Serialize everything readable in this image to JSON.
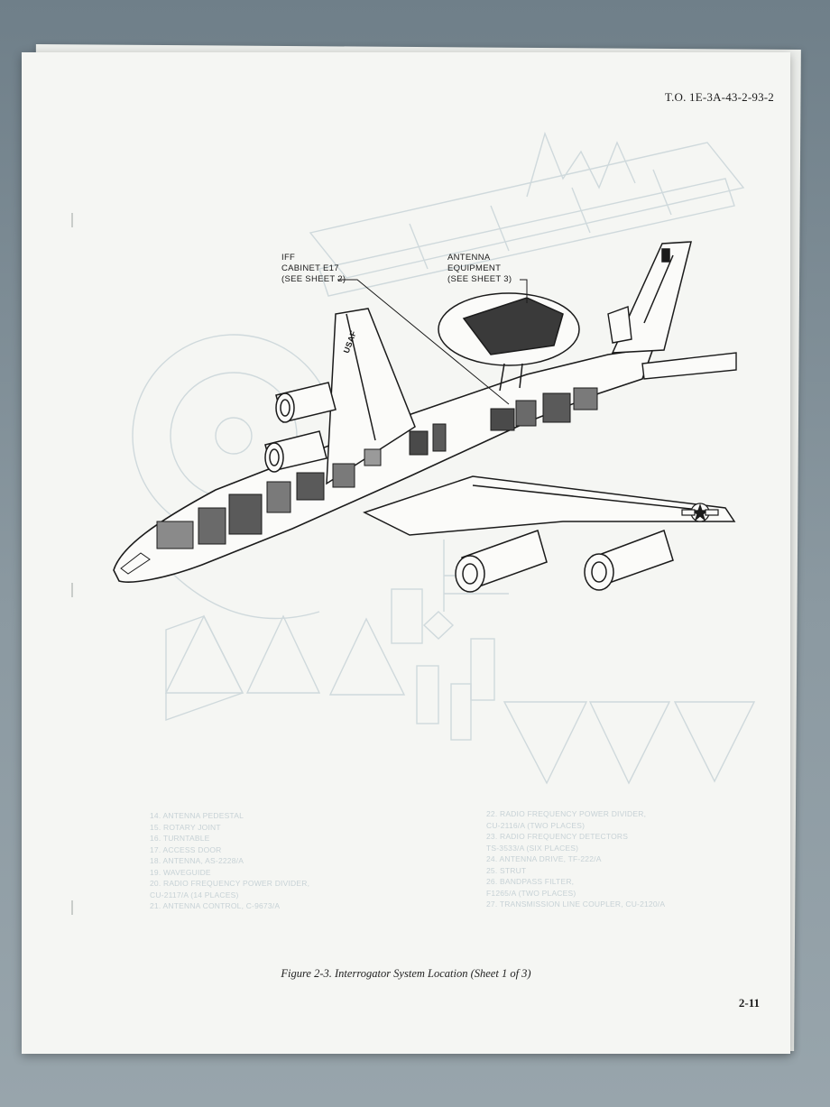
{
  "document": {
    "doc_number": "T.O. 1E-3A-43-2-93-2",
    "page_number": "2-11",
    "caption": "Figure 2-3.  Interrogator System Location (Sheet 1 of 3)"
  },
  "callouts": {
    "iff": [
      "IFF",
      "CABINET E17",
      "(SEE SHEET 2)"
    ],
    "antenna": [
      "ANTENNA",
      "EQUIPMENT",
      "(SEE SHEET 3)"
    ]
  },
  "aircraft": {
    "insignia_text": "USAF",
    "ghost_legend_left": [
      "14.   ANTENNA PEDESTAL",
      "15.   ROTARY JOINT",
      "16.   TURNTABLE",
      "17.   ACCESS DOOR",
      "18.   ANTENNA, AS-2228/A",
      "19.   WAVEGUIDE",
      "20.   RADIO FREQUENCY POWER DIVIDER,",
      "        CU-2117/A (14 PLACES)",
      "21.   ANTENNA CONTROL, C-9673/A"
    ],
    "ghost_legend_right": [
      "22.   RADIO FREQUENCY POWER DIVIDER,",
      "        CU-2116/A (TWO PLACES)",
      "23.   RADIO FREQUENCY DETECTORS",
      "        TS-3533/A (SIX PLACES)",
      "24.   ANTENNA DRIVE, TF-222/A",
      "25.   STRUT",
      "26.   BANDPASS FILTER,",
      "        F1265/A (TWO PLACES)",
      "27.   TRANSMISSION LINE COUPLER, CU-2120/A"
    ]
  }
}
